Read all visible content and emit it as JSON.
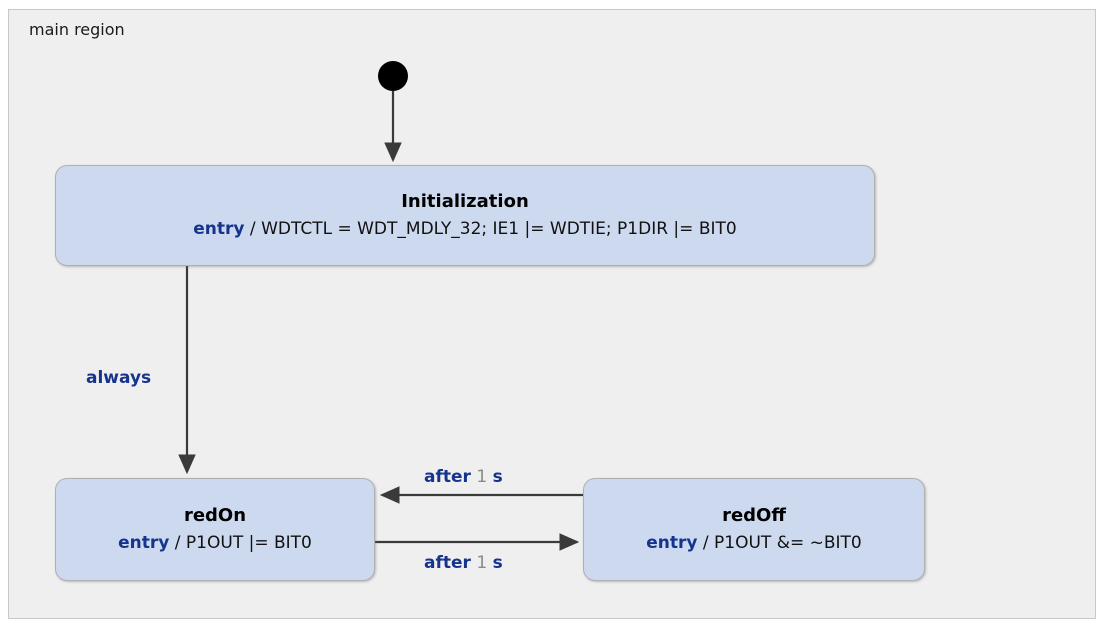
{
  "diagram": {
    "type": "statechart",
    "region_label": "main region",
    "colors": {
      "region_background": "#efefef",
      "region_border": "#c8c8c8",
      "state_fill": "#ccd9ef",
      "state_border": "#b0b0b0",
      "keyword": "#16348c",
      "value": "#8a8a8a",
      "connector": "#3a3a3a",
      "initial_node": "#000000"
    },
    "initial_node": {
      "name": "initial-state-node",
      "shape": "filled-circle"
    },
    "states": [
      {
        "id": "initialization",
        "name": "Initialization",
        "action_keyword": "entry",
        "action_separator": " / ",
        "action_body": "WDTCTL = WDT_MDLY_32; IE1 |= WDTIE; P1DIR |= BIT0"
      },
      {
        "id": "redon",
        "name": "redOn",
        "action_keyword": "entry",
        "action_separator": " / ",
        "action_body": "P1OUT |= BIT0"
      },
      {
        "id": "redoff",
        "name": "redOff",
        "action_keyword": "entry",
        "action_separator": " / ",
        "action_body": "P1OUT &= ~BIT0"
      }
    ],
    "transitions": [
      {
        "id": "initial-to-initialization",
        "from": "initial-state-node",
        "to": "initialization",
        "label": ""
      },
      {
        "id": "initialization-to-redon",
        "from": "initialization",
        "to": "redon",
        "label": "always",
        "label_keyword": "always",
        "label_value": ""
      },
      {
        "id": "redoff-to-redon",
        "from": "redoff",
        "to": "redon",
        "label_keyword": "after",
        "label_value": "1",
        "label_unit": "s"
      },
      {
        "id": "redon-to-redoff",
        "from": "redon",
        "to": "redoff",
        "label_keyword": "after",
        "label_value": "1",
        "label_unit": "s"
      }
    ]
  }
}
